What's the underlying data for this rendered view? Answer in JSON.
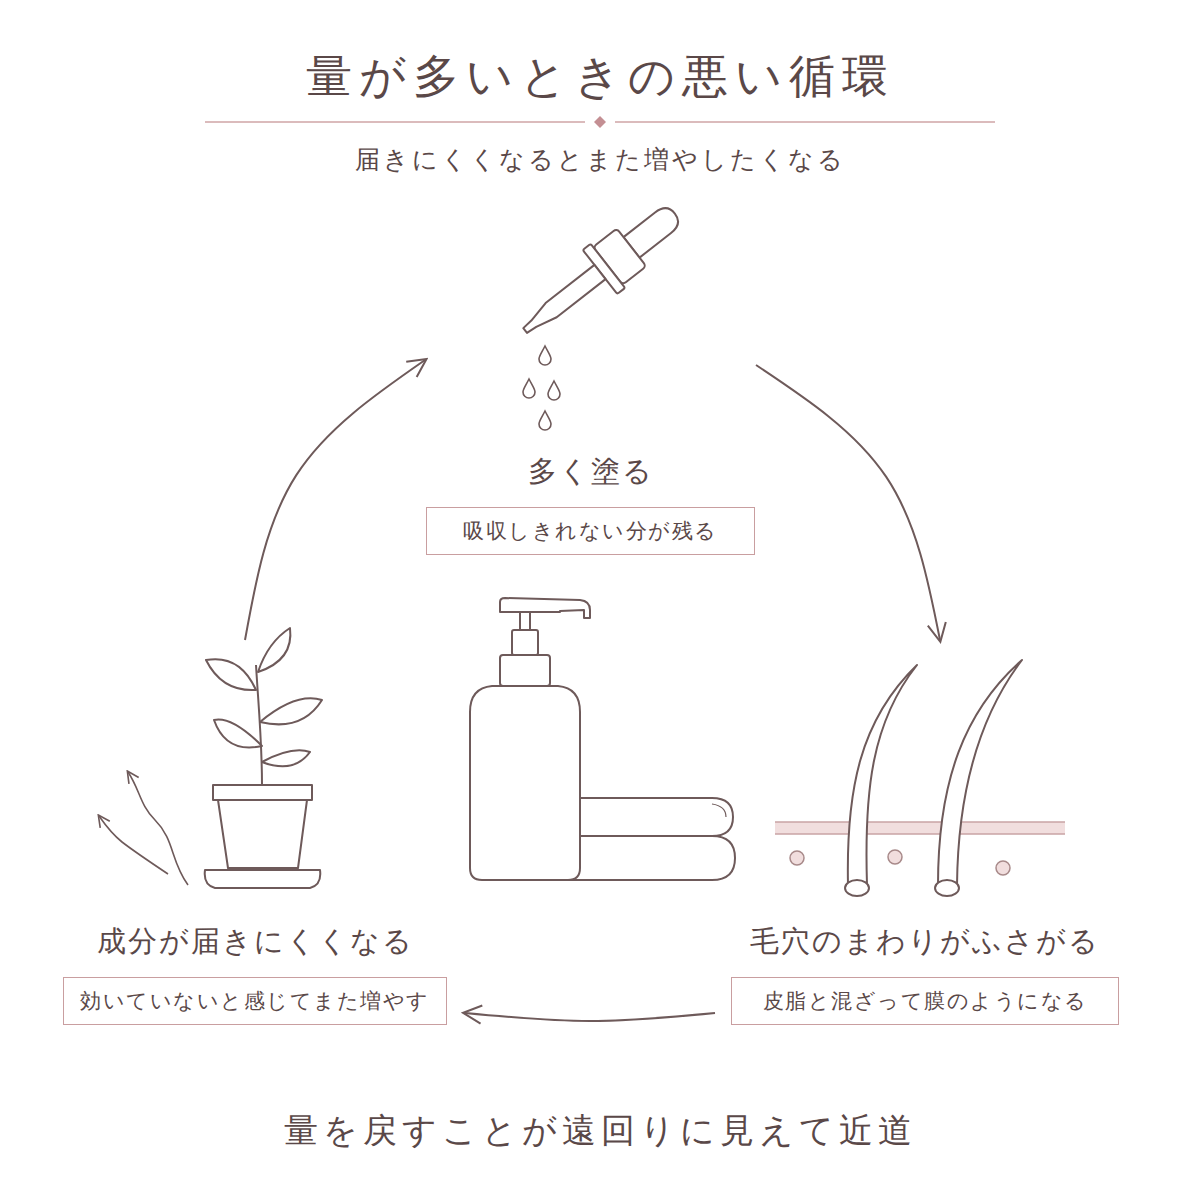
{
  "diagram": {
    "title": "量が多いときの悪い循環",
    "caption": "量を戻すことが遠回りに見えて近道",
    "nodes": [
      {
        "text": [
          "多く塗る",
          "吸収しきれない分が残る"
        ]
      },
      {
        "text": [
          "成分が届きにくくなる",
          "効いていないと感じてまた増やす"
        ]
      },
      {
        "text": [
          "毛穴のまわりがふさがる",
          "皮脂と混ざって膜のようになる"
        ]
      }
    ],
    "edges": [
      {
        "from": 0,
        "to": 2,
        "arrow": "to"
      },
      {
        "from": 2,
        "to": 1,
        "arrow": "to"
      },
      {
        "from": 1,
        "to": 0,
        "arrow": "to"
      }
    ],
    "labels": [
      "届きにくくなるとまた増やしたくなる"
    ]
  }
}
